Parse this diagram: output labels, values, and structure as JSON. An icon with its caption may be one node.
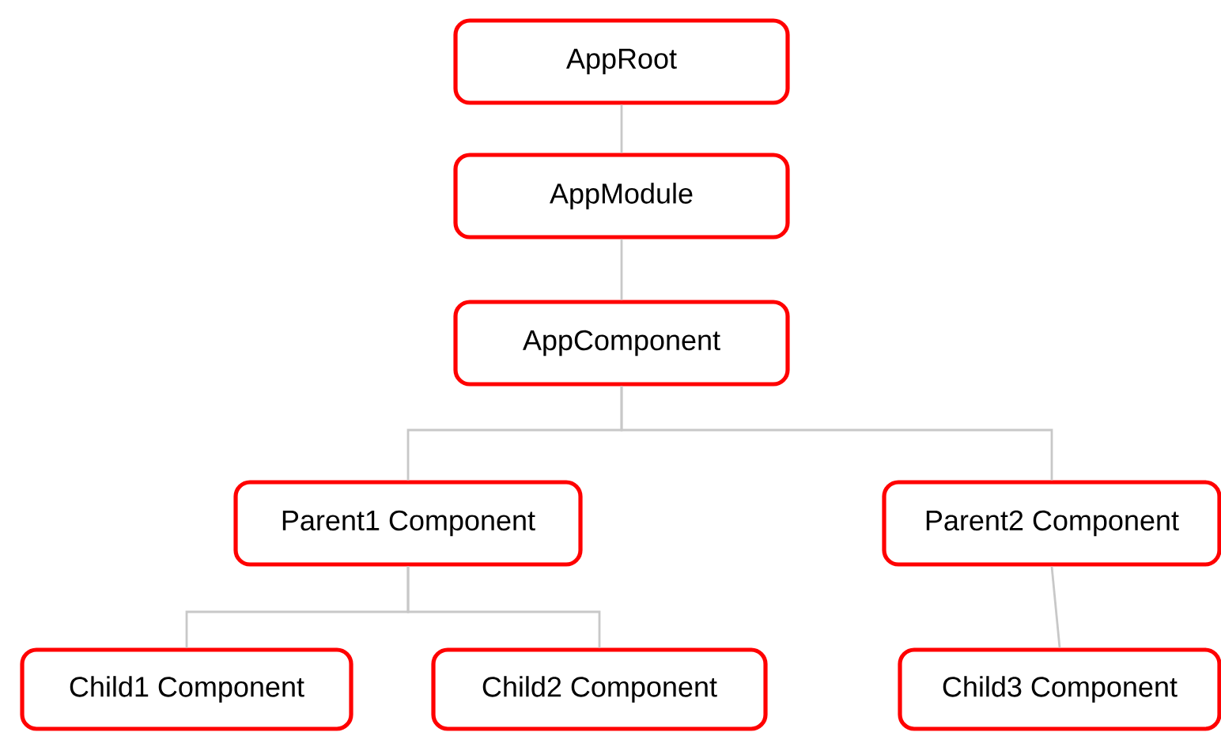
{
  "diagram": {
    "nodes": [
      {
        "text": [
          "AppRoot"
        ]
      },
      {
        "text": [
          "AppModule"
        ]
      },
      {
        "text": [
          "AppComponent"
        ]
      },
      {
        "text": [
          "Parent1 Component"
        ]
      },
      {
        "text": [
          "Parent2 Component"
        ]
      },
      {
        "text": [
          "Child1 Component"
        ]
      },
      {
        "text": [
          "Child2 Component"
        ]
      },
      {
        "text": [
          "Child3 Component"
        ]
      }
    ],
    "edges": [
      {
        "from": 0,
        "to": 1,
        "arrow": "none"
      },
      {
        "from": 1,
        "to": 2,
        "arrow": "none"
      },
      {
        "from": 2,
        "to": 3,
        "arrow": "none"
      },
      {
        "from": 2,
        "to": 4,
        "arrow": "none"
      },
      {
        "from": 3,
        "to": 5,
        "arrow": "none"
      },
      {
        "from": 3,
        "to": 6,
        "arrow": "none"
      },
      {
        "from": 4,
        "to": 7,
        "arrow": "none"
      }
    ]
  }
}
